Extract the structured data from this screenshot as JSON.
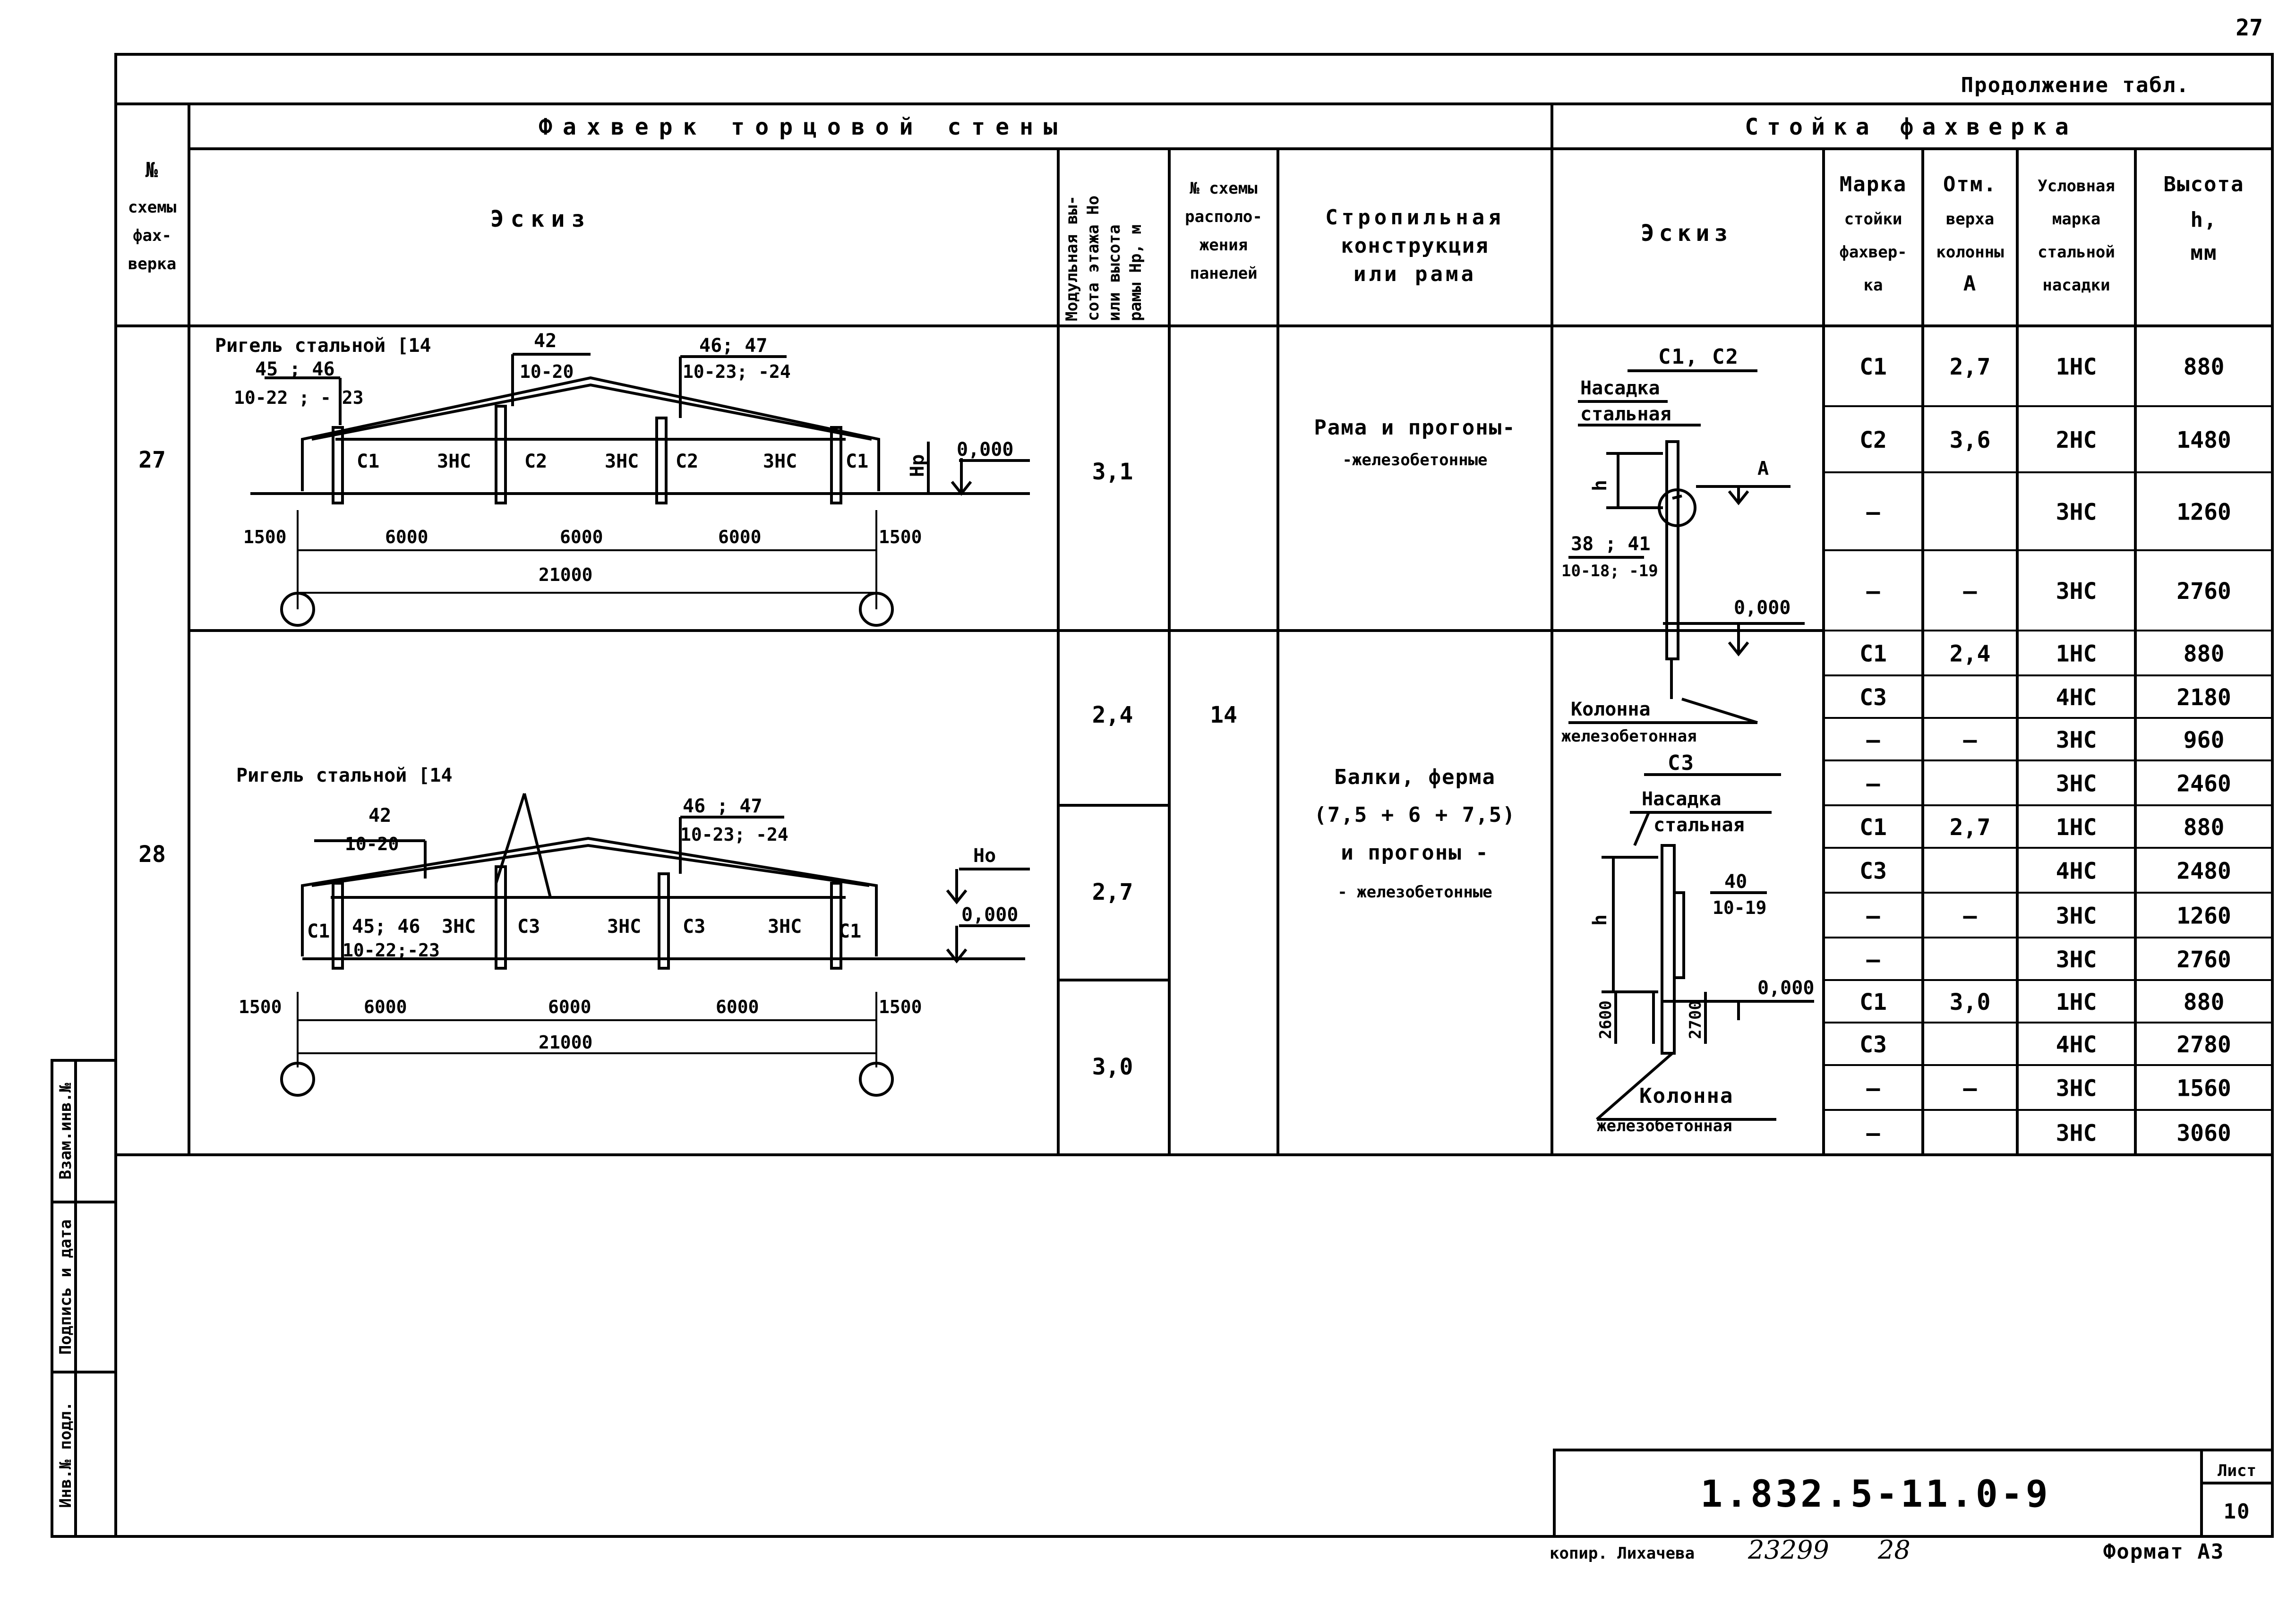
{
  "page_number": "27",
  "continuation": "Продолжение табл.",
  "headers": {
    "no": [
      "№",
      "схемы",
      "фах-",
      "верка"
    ],
    "group_left": "Фахверк торцовой стены",
    "sketch": "Эскиз",
    "height": [
      "Модульная вы-",
      "сота этажа Но",
      "или высота",
      "рамы Нр, м"
    ],
    "scheme_no": [
      "№ схемы",
      "располо-",
      "жения",
      "панелей"
    ],
    "structure": [
      "Стропильная",
      "конструкция",
      "или рама"
    ],
    "group_right": "Стойка фахверка",
    "sketch_right": "Эскиз",
    "mark": [
      "Марка",
      "стойки",
      "фахвер-",
      "ка"
    ],
    "elev": [
      "Отм.",
      "верха",
      "колонны",
      "А"
    ],
    "cap": [
      "Условная",
      "марка",
      "стальной",
      "насадки"
    ],
    "hmm": [
      "Высота",
      "h,",
      "мм"
    ]
  },
  "rows": [
    {
      "no": "27",
      "heights": [
        "3,1"
      ],
      "structure": [
        "Рама и прогоны-",
        "-железобетонные"
      ]
    },
    {
      "no": "28",
      "heights": [
        "2,4",
        "2,7",
        "3,0"
      ],
      "structure": [
        "Балки, ферма",
        "(7,5 + 6 + 7,5)",
        "и прогоны -",
        "- железобетонные"
      ]
    }
  ],
  "scheme_shared": "14",
  "sketch27": {
    "rigel": "Ригель стальной [14",
    "d45": "45 ; 46",
    "d45b": "10-22 ; - 23",
    "d42": "42",
    "d42b": "10-20",
    "d46": "46; 47",
    "d46b": "10-23; -24",
    "cols": [
      "С1",
      "3НС",
      "С2",
      "3НС",
      "С2",
      "3НС",
      "С1"
    ],
    "hp": "Нр",
    "zero": "0,000",
    "spans": [
      "1500",
      "6000",
      "6000",
      "6000",
      "1500"
    ],
    "total": "21000"
  },
  "sketch28": {
    "rigel": "Ригель стальной [14",
    "d42": "42",
    "d42b": "10-20",
    "d46": "46 ; 47",
    "d46b": "10-23; -24",
    "d45": "45; 46",
    "d45b": "10-22;-23",
    "cols": [
      "С1",
      "3НС",
      "С3",
      "3НС",
      "С3",
      "3НС",
      "С1"
    ],
    "ho": "Но",
    "zero": "0,000",
    "spans": [
      "1500",
      "6000",
      "6000",
      "6000",
      "1500"
    ],
    "total": "21000"
  },
  "post_sketch": {
    "title1": "С1, С2",
    "cap1": [
      "Насадка",
      "стальная"
    ],
    "a": "А",
    "h": "h",
    "d38": "38 ; 41",
    "d38b": "10-18; -19",
    "zero1": "0,000",
    "col1": [
      "Колонна",
      "железобетонная"
    ],
    "title2": "С3",
    "cap2": [
      "Насадка",
      "стальная"
    ],
    "d40": "40",
    "d40b": "10-19",
    "h2": "h",
    "zero2": "0,000",
    "d2600": "2600",
    "d2700": "2700",
    "col2": [
      "Колонна",
      "железобетонная"
    ]
  },
  "post_rows": [
    {
      "mark": "С1",
      "elev": "2,7",
      "cap": "1НС",
      "h": "880"
    },
    {
      "mark": "С2",
      "elev": "3,6",
      "cap": "2НС",
      "h": "1480"
    },
    {
      "mark": "—",
      "elev": "",
      "cap": "3НС",
      "h": "1260"
    },
    {
      "mark": "—",
      "elev": "—",
      "cap": "3НС",
      "h": "2760"
    },
    {
      "mark": "С1",
      "elev": "2,4",
      "cap": "1НС",
      "h": "880"
    },
    {
      "mark": "С3",
      "elev": "",
      "cap": "4НС",
      "h": "2180"
    },
    {
      "mark": "—",
      "elev": "—",
      "cap": "3НС",
      "h": "960"
    },
    {
      "mark": "—",
      "elev": "",
      "cap": "3НС",
      "h": "2460"
    },
    {
      "mark": "С1",
      "elev": "2,7",
      "cap": "1НС",
      "h": "880"
    },
    {
      "mark": "С3",
      "elev": "",
      "cap": "4НС",
      "h": "2480"
    },
    {
      "mark": "—",
      "elev": "—",
      "cap": "3НС",
      "h": "1260"
    },
    {
      "mark": "—",
      "elev": "",
      "cap": "3НС",
      "h": "2760"
    },
    {
      "mark": "С1",
      "elev": "3,0",
      "cap": "1НС",
      "h": "880"
    },
    {
      "mark": "С3",
      "elev": "",
      "cap": "4НС",
      "h": "2780"
    },
    {
      "mark": "—",
      "elev": "—",
      "cap": "3НС",
      "h": "1560"
    },
    {
      "mark": "—",
      "elev": "",
      "cap": "3НС",
      "h": "3060"
    }
  ],
  "side_labels": [
    "Инв.№ подл.",
    "Подпись и дата",
    "Взам.инв.№"
  ],
  "stamp": {
    "code": "1.832.5-11.0-9",
    "sheet_label": "Лист",
    "sheet_no": "10"
  },
  "footer": {
    "copy": "копир. Лихачева",
    "num1": "23299",
    "num2": "28",
    "format": "Формат А3"
  }
}
